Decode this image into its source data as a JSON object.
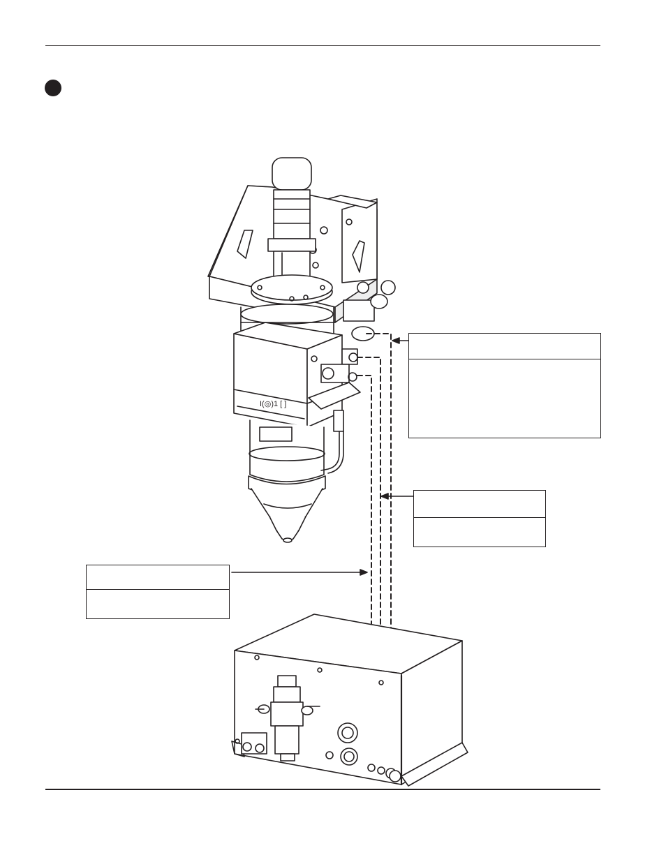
{
  "page": {
    "header_rule": "top-rule",
    "footer_rule": "bottom-rule"
  },
  "figure": {
    "top_assembly": "laser-cutting-head",
    "bottom_assembly": "gas-control-console",
    "connections": [
      "gas-line-1",
      "gas-line-2",
      "gas-line-3"
    ]
  },
  "callouts": {
    "upper_right": {
      "title": "",
      "text": ""
    },
    "middle_right": {
      "title": "",
      "text": ""
    },
    "lower_left": {
      "title": "",
      "text": ""
    }
  },
  "colors": {
    "line": "#231f20",
    "background": "#ffffff"
  }
}
